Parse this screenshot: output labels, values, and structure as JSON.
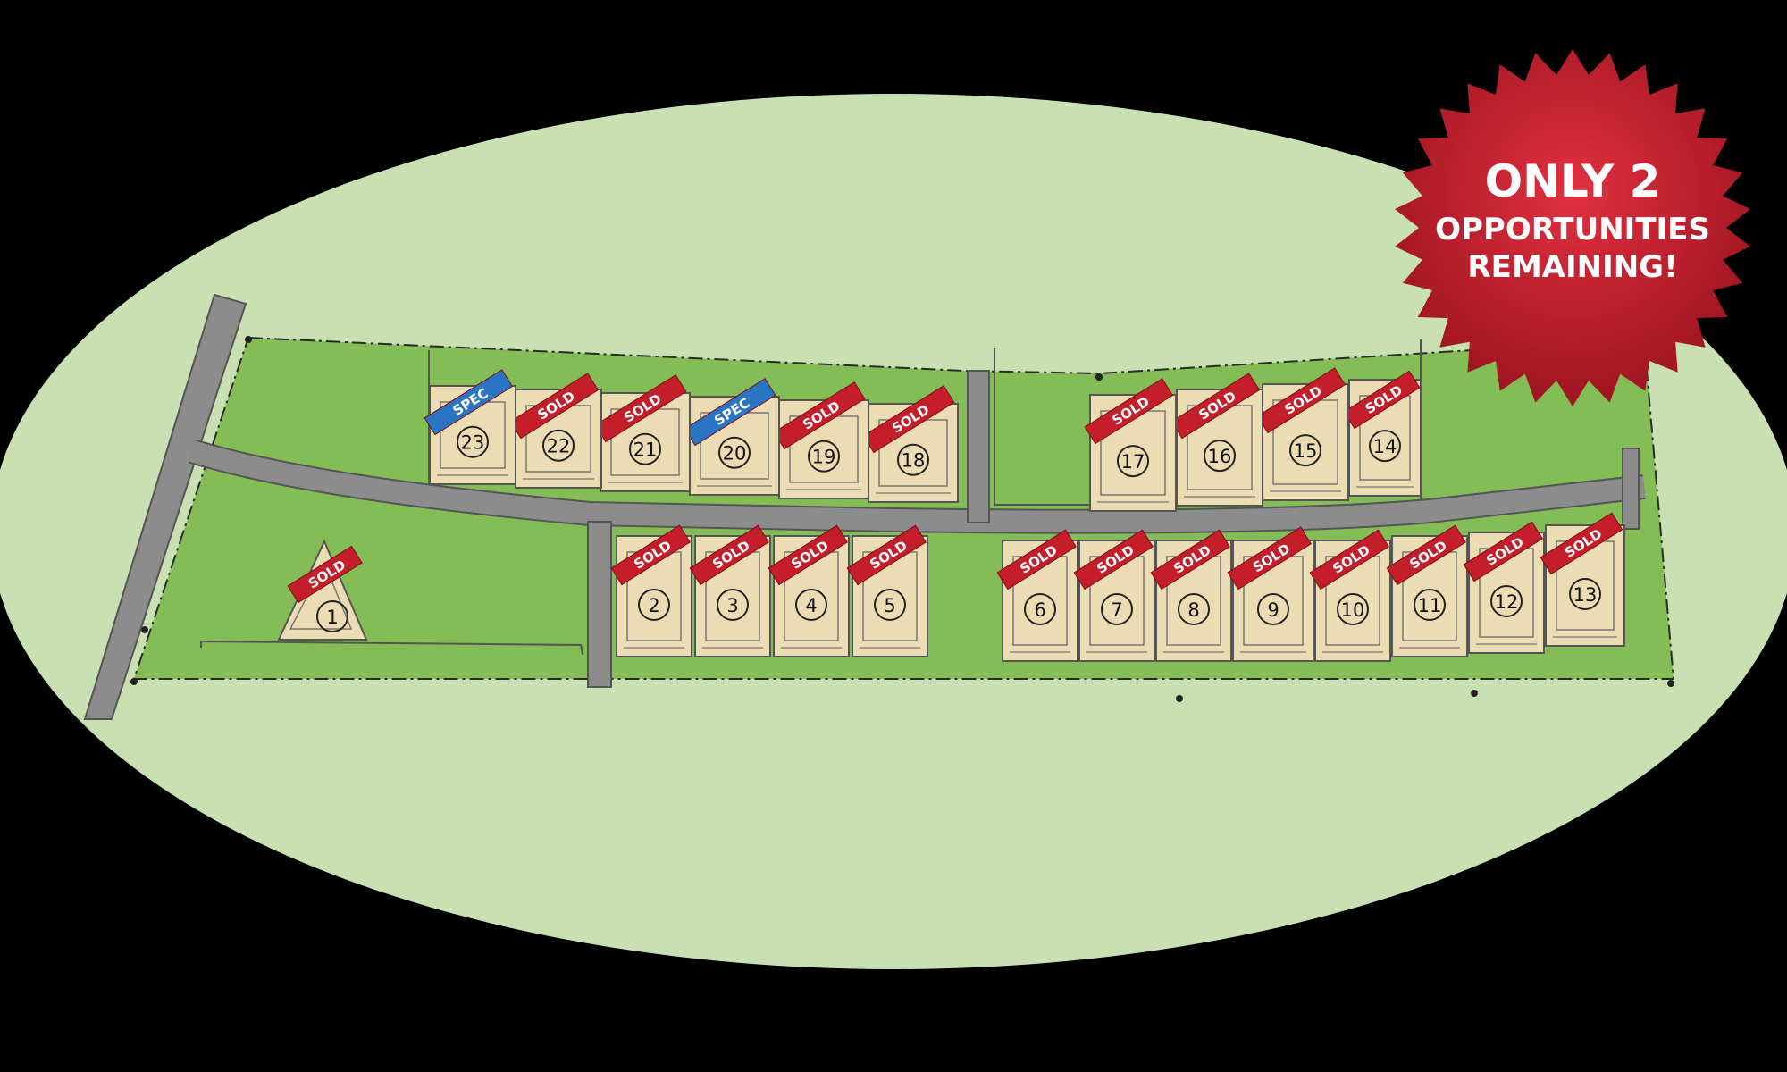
{
  "colors": {
    "background": "#000000",
    "oval": "#c9e1b2",
    "parcel": "#84bc55",
    "road": "#8c8c8c",
    "lot": "#ecdcb4",
    "sold_ribbon": "#c41e2b",
    "spec_ribbon": "#2a74c4",
    "badge": "#c8202d"
  },
  "badge": {
    "line1": "ONLY 2",
    "line2": "OPPORTUNITIES",
    "line3": "REMAINING!"
  },
  "lots": [
    {
      "number": "1",
      "status": "SOLD"
    },
    {
      "number": "2",
      "status": "SOLD"
    },
    {
      "number": "3",
      "status": "SOLD"
    },
    {
      "number": "4",
      "status": "SOLD"
    },
    {
      "number": "5",
      "status": "SOLD"
    },
    {
      "number": "6",
      "status": "SOLD"
    },
    {
      "number": "7",
      "status": "SOLD"
    },
    {
      "number": "8",
      "status": "SOLD"
    },
    {
      "number": "9",
      "status": "SOLD"
    },
    {
      "number": "10",
      "status": "SOLD"
    },
    {
      "number": "11",
      "status": "SOLD"
    },
    {
      "number": "12",
      "status": "SOLD"
    },
    {
      "number": "13",
      "status": "SOLD"
    },
    {
      "number": "14",
      "status": "SOLD"
    },
    {
      "number": "15",
      "status": "SOLD"
    },
    {
      "number": "16",
      "status": "SOLD"
    },
    {
      "number": "17",
      "status": "SOLD"
    },
    {
      "number": "18",
      "status": "SOLD"
    },
    {
      "number": "19",
      "status": "SOLD"
    },
    {
      "number": "20",
      "status": "SPEC"
    },
    {
      "number": "21",
      "status": "SOLD"
    },
    {
      "number": "22",
      "status": "SOLD"
    },
    {
      "number": "23",
      "status": "SPEC"
    }
  ]
}
